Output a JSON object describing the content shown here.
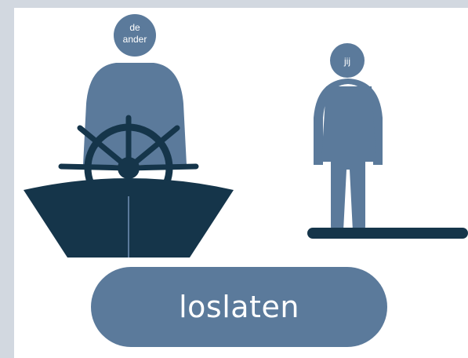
{
  "scene": {
    "other_person_label_line1": "de",
    "other_person_label_line2": "ander",
    "you_label": "jij"
  },
  "action": {
    "label": "loslaten"
  },
  "colors": {
    "figure": "#5b7a9b",
    "boat": "#15354a",
    "background": "#d2d8e0",
    "panel": "#ffffff"
  }
}
